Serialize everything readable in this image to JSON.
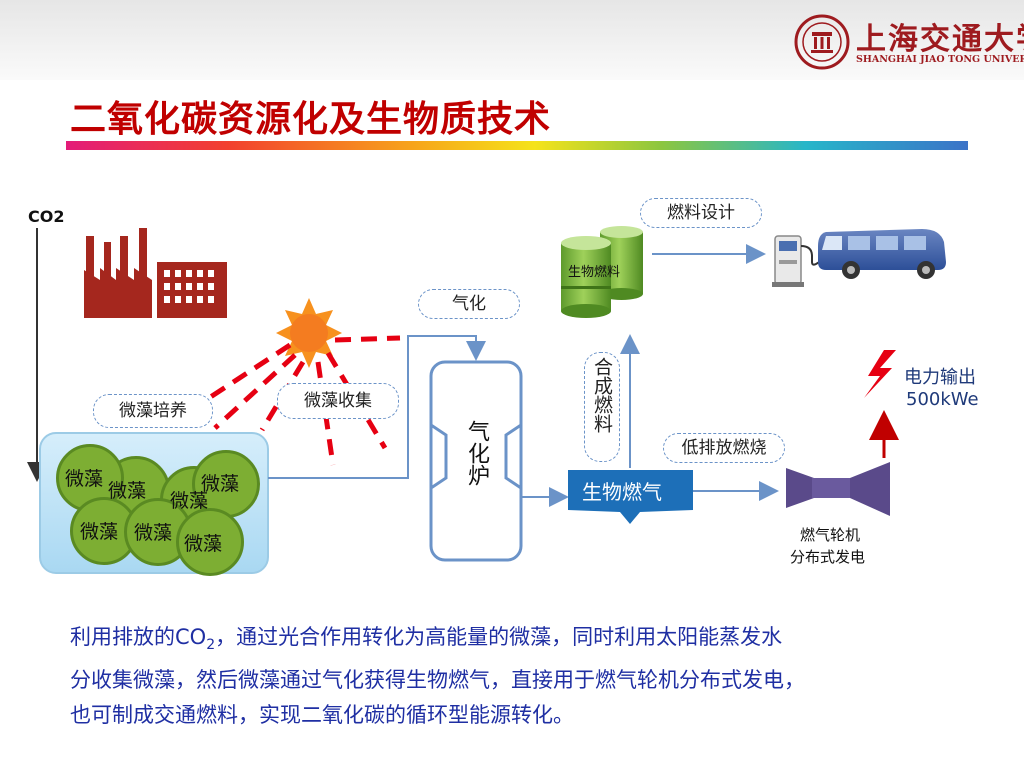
{
  "title": "二氧化碳资源化及生物质技术",
  "logo": {
    "name_cn": "上海交通大学",
    "name_en": "SHANGHAI JIAO TONG UNIVERSITY"
  },
  "diagram": {
    "co2_label": "CO",
    "co2_sub": "2",
    "tag_microalgae_culture": "微藻培养",
    "tag_microalgae_harvest": "微藻收集",
    "tag_gasification": "气化",
    "gasifier_label": "气化炉",
    "tag_synthetic_fuel": "合成燃料",
    "biogas_label": "生物燃气",
    "biofuel_label": "生物燃料",
    "tag_fuel_design": "燃料设计",
    "tag_low_emission": "低排放燃烧",
    "power_output_line1": "电力输出",
    "power_output_line2": "500kWe",
    "turbine_line1": "燃气轮机",
    "turbine_line2": "分布式发电",
    "algae_cell_label": "微藻",
    "colors": {
      "sun": "#f7911e",
      "sun_rays": "#e60012",
      "factory": "#a5271e",
      "pond": "#bfe3f5",
      "algae": "#7dae33",
      "barrel": "#7ab83a",
      "biogas": "#1d6fb8",
      "turbine": "#5a4a8a",
      "arrow": "#6b93c8",
      "bolt": "#e60012"
    }
  },
  "description": {
    "line1_pre": "利用排放的CO",
    "line1_sub": "2",
    "line1_post": "，通过光合作用转化为高能量的微藻，同时利用太阳能蒸发水",
    "line2": "分收集微藻，然后微藻通过气化获得生物燃气，直接用于燃气轮机分布式发电，",
    "line3": "也可制成交通燃料，实现二氧化碳的循环型能源转化。"
  }
}
